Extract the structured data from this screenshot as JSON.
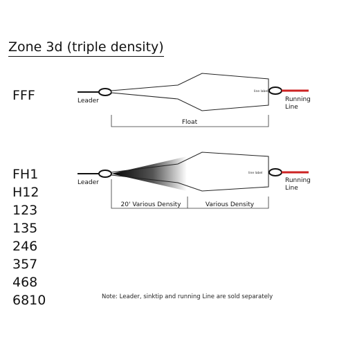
{
  "title": "Zone 3d (triple density)",
  "diagrams": {
    "float_line": {
      "code": "FFF",
      "leader_label": "Leader",
      "running_line_label": "Running\nLine",
      "line_label": "line label",
      "segment_label": "Float"
    },
    "density_line": {
      "leader_label": "Leader",
      "running_line_label": "Running\nLine",
      "line_label": "line label",
      "segment_labels": [
        "20' Various Density",
        "Various Density"
      ]
    }
  },
  "codes": [
    "FH1",
    "H12",
    "123",
    "135",
    "246",
    "357",
    "468",
    "6810"
  ],
  "note": "Note: Leader, sinktip and running Line are sold separately",
  "colors": {
    "running_line": "#cc2222",
    "leader": "#111111",
    "outline": "#222222"
  }
}
